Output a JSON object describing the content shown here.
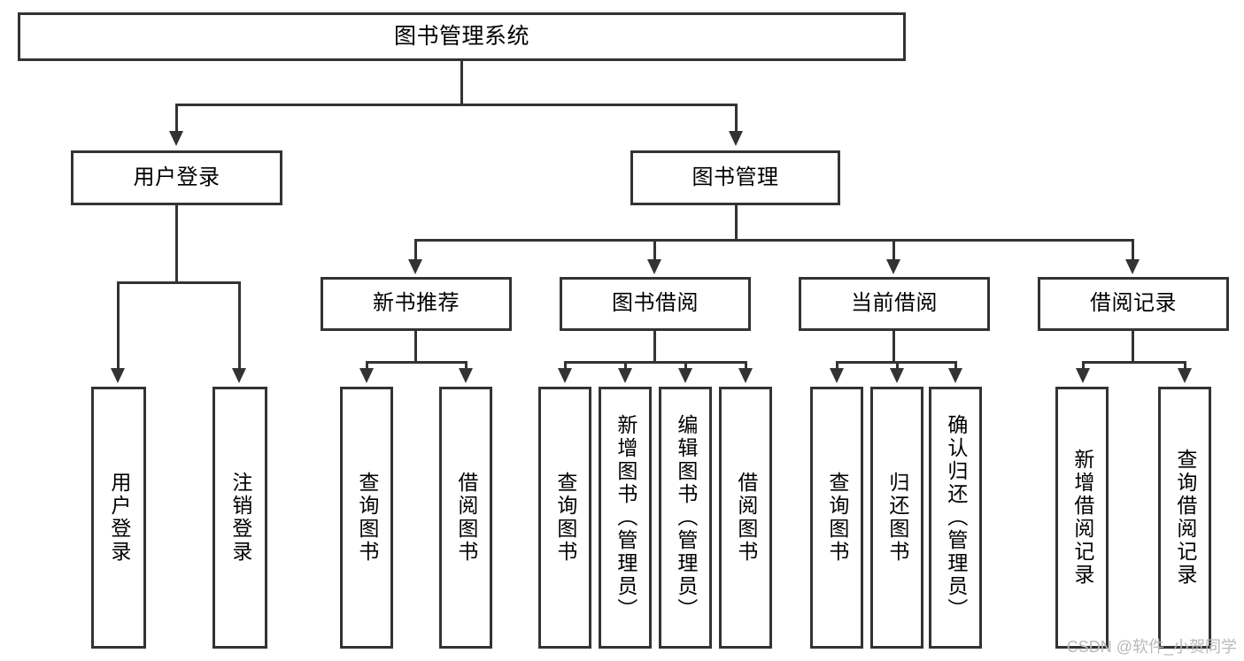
{
  "diagram": {
    "title": "图书管理系统",
    "type": "tree-hierarchy-chart",
    "watermark": "CSDN @软件_小贺同学",
    "colors": {
      "box_border": "#333333",
      "box_fill": "#ffffff",
      "connector": "#333333",
      "text": "#000000",
      "watermark": "#b9b9b9",
      "background": "#ffffff"
    },
    "root": {
      "label": "图书管理系统"
    },
    "level2": [
      {
        "label": "用户登录"
      },
      {
        "label": "图书管理"
      }
    ],
    "level3": [
      {
        "label": "新书推荐"
      },
      {
        "label": "图书借阅"
      },
      {
        "label": "当前借阅"
      },
      {
        "label": "借阅记录"
      }
    ],
    "leaves": {
      "user_login": [
        {
          "label": "用户登录"
        },
        {
          "label": "注销登录"
        }
      ],
      "new_book_recommend": [
        {
          "label": "查询图书"
        },
        {
          "label": "借阅图书"
        }
      ],
      "book_borrow": [
        {
          "label": "查询图书"
        },
        {
          "label": "新增图书（管理员）"
        },
        {
          "label": "编辑图书（管理员）"
        },
        {
          "label": "借阅图书"
        }
      ],
      "current_borrow": [
        {
          "label": "查询图书"
        },
        {
          "label": "归还图书"
        },
        {
          "label": "确认归还（管理员）"
        }
      ],
      "borrow_record": [
        {
          "label": "新增借阅记录"
        },
        {
          "label": "查询借阅记录"
        }
      ]
    }
  }
}
